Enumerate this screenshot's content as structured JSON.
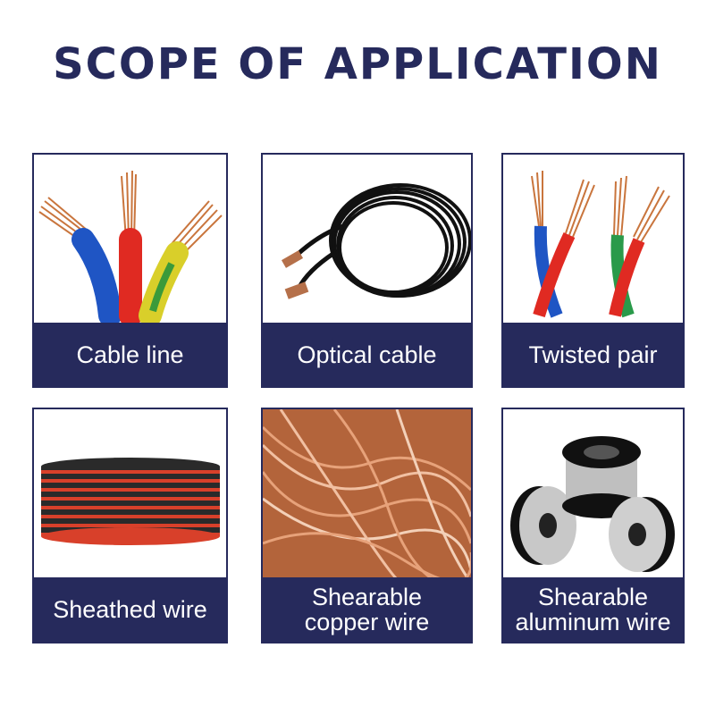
{
  "title": "SCOPE OF APPLICATION",
  "colors": {
    "navy": "#262a5c",
    "white": "#ffffff",
    "copper": "#c9753d"
  },
  "items": [
    {
      "label": "Cable line",
      "image": "colored-wires-icon"
    },
    {
      "label": "Optical cable",
      "image": "cable-coil-icon"
    },
    {
      "label": "Twisted pair",
      "image": "twisted-wires-icon"
    },
    {
      "label": "Sheathed wire",
      "image": "wire-spool-icon"
    },
    {
      "label_lines": [
        "Shearable",
        "copper wire"
      ],
      "image": "copper-strands-icon"
    },
    {
      "label_lines": [
        "Shearable",
        "aluminum wire"
      ],
      "image": "aluminum-reels-icon"
    }
  ]
}
